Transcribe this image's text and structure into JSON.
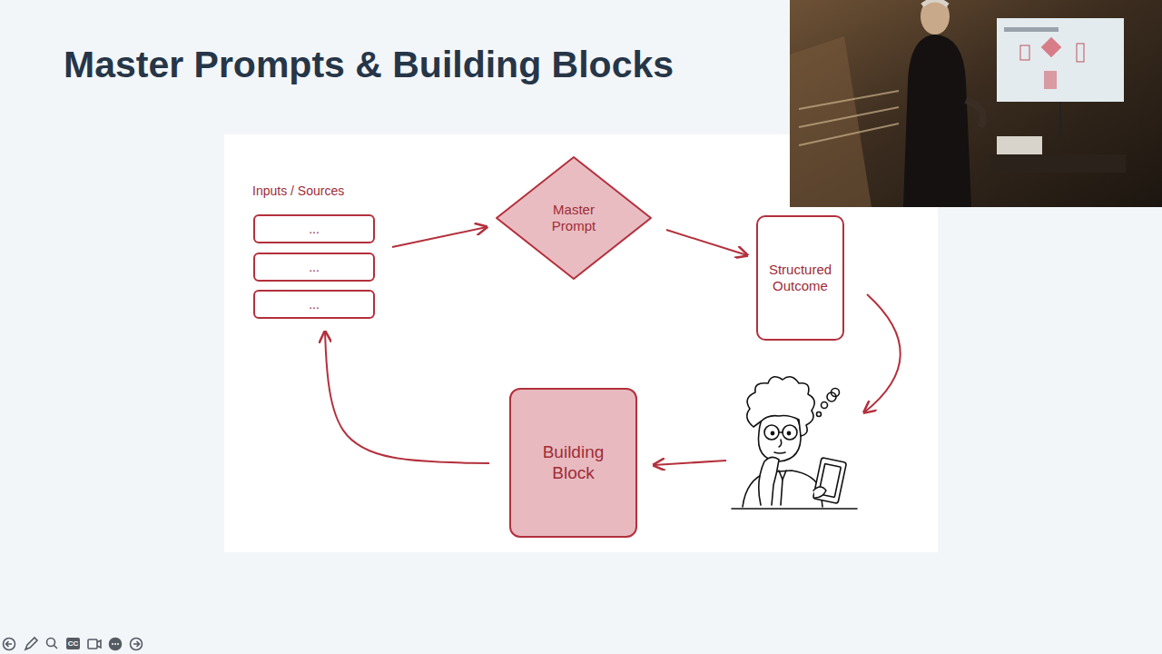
{
  "diagram": {
    "title": "Master Prompts & Building Blocks",
    "nodes": [
      {
        "text": [
          "Inputs / Sources"
        ]
      },
      {
        "text": [
          "..."
        ],
        "in": 0
      },
      {
        "text": [
          "..."
        ],
        "in": 0
      },
      {
        "text": [
          "..."
        ],
        "in": 0
      },
      {
        "text": [
          "Master Prompt"
        ]
      },
      {
        "text": [
          "Structured Outcome"
        ]
      },
      {
        "text": [
          "Building Block"
        ]
      }
    ],
    "edges": [
      {
        "from": 0,
        "to": 4,
        "arrow": "to"
      },
      {
        "from": 4,
        "to": 5,
        "arrow": "to"
      },
      {
        "from": 6,
        "to": 0,
        "arrow": "to"
      }
    ],
    "labels": [
      "CC"
    ]
  }
}
